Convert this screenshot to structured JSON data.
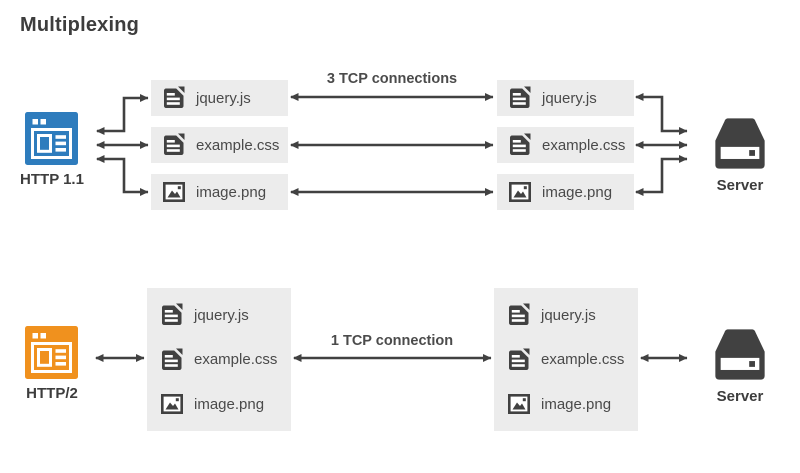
{
  "title": "Multiplexing",
  "colors": {
    "http11_blue": "#2e7cbd",
    "http2_orange": "#f0911e",
    "dark_gray": "#414141",
    "box_background": "#ececec",
    "label_text": "#3d3d3d",
    "file_text": "#4a4a4a"
  },
  "files": [
    {
      "name": "jquery.js",
      "icon": "document-icon"
    },
    {
      "name": "example.css",
      "icon": "document-icon"
    },
    {
      "name": "image.png",
      "icon": "image-icon"
    }
  ],
  "top_section": {
    "client_label": "HTTP 1.1",
    "connection_label": "3 TCP connections",
    "server_label": "Server"
  },
  "bottom_section": {
    "client_label": "HTTP/2",
    "connection_label": "1 TCP connection",
    "server_label": "Server"
  }
}
